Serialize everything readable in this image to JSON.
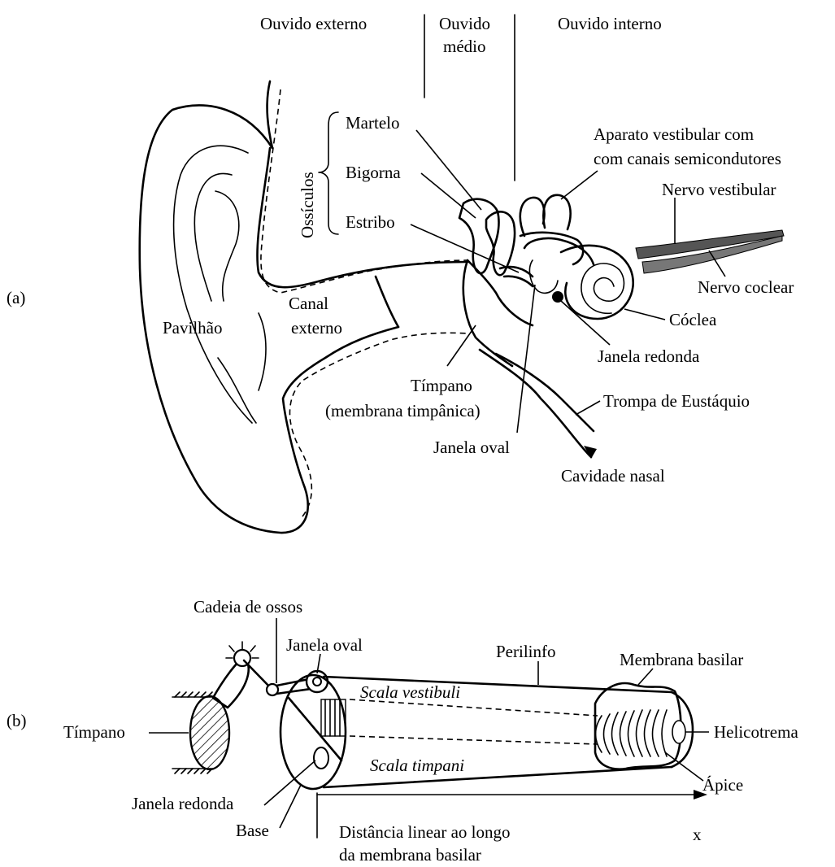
{
  "part_a": {
    "label": "(a)",
    "regions": {
      "outer": "Ouvido externo",
      "middle_line1": "Ouvido",
      "middle_line2": "médio",
      "inner": "Ouvido interno"
    },
    "ossicles_group": "Ossículos",
    "labels": {
      "martelo": "Martelo",
      "bigorna": "Bigorna",
      "estribo": "Estribo",
      "vestibular_line1": "Aparato vestibular com",
      "vestibular_line2": "com canais semicondutores",
      "nervo_vestibular": "Nervo vestibular",
      "nervo_coclear": "Nervo coclear",
      "coclea": "Cóclea",
      "janela_redonda": "Janela redonda",
      "trompa": "Trompa de Eustáquio",
      "cavidade_nasal": "Cavidade nasal",
      "janela_oval": "Janela oval",
      "timpano_line1": "Tímpano",
      "timpano_line2": "(membrana timpânica)",
      "pavilhao": "Pavilhão",
      "canal_line1": "Canal",
      "canal_line2": "externo"
    }
  },
  "part_b": {
    "label": "(b)",
    "labels": {
      "cadeia": "Cadeia de ossos",
      "janela_oval": "Janela oval",
      "perilinfo": "Perilinfo",
      "membrana_basilar": "Membrana basilar",
      "scala_vestibuli": "Scala vestibuli",
      "scala_timpani": "Scala timpani",
      "timpano": "Tímpano",
      "helicotrema": "Helicotrema",
      "apice": "Ápice",
      "janela_redonda": "Janela redonda",
      "base": "Base",
      "distancia_line1": "Distância linear ao longo",
      "distancia_line2": "da membrana basilar",
      "axis": "x"
    }
  }
}
